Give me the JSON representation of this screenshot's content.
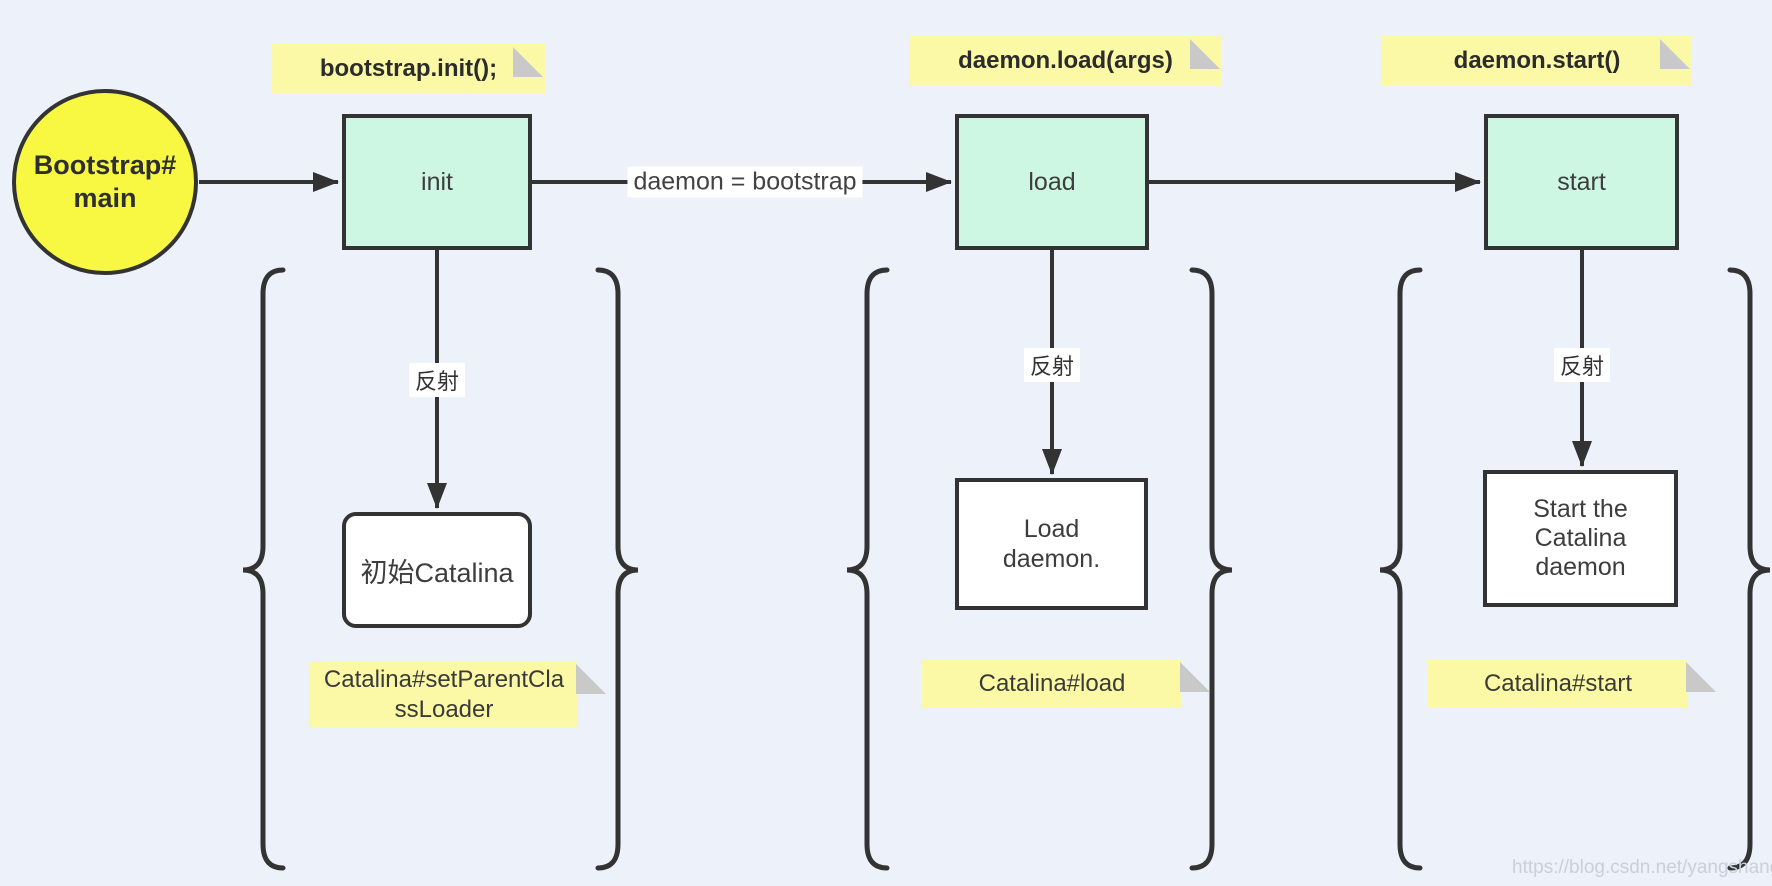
{
  "page": {
    "background": "#edf1f9",
    "watermark": "https://blog.csdn.net/yangshangwei"
  },
  "colors": {
    "step_fill": "#cdf7e3",
    "note_fill": "#fbf9a6",
    "start_fill": "#f8f843",
    "stroke": "#333333",
    "note_fold": "#c9c9c9"
  },
  "start_node": {
    "line1": "Bootstrap#",
    "line2": "main"
  },
  "edges": {
    "init_to_load": "daemon = bootstrap"
  },
  "columns": [
    {
      "note_top": "bootstrap.init();",
      "step": "init",
      "reflect": "反射",
      "result": "初始Catalina",
      "note_bottom": "Catalina#setParentClassLoader"
    },
    {
      "note_top": "daemon.load(args)",
      "step": "load",
      "reflect": "反射",
      "result": "Load daemon.",
      "note_bottom": "Catalina#load"
    },
    {
      "note_top": "daemon.start()",
      "step": "start",
      "reflect": "反射",
      "result": "Start the Catalina daemon",
      "note_bottom": "Catalina#start"
    }
  ]
}
